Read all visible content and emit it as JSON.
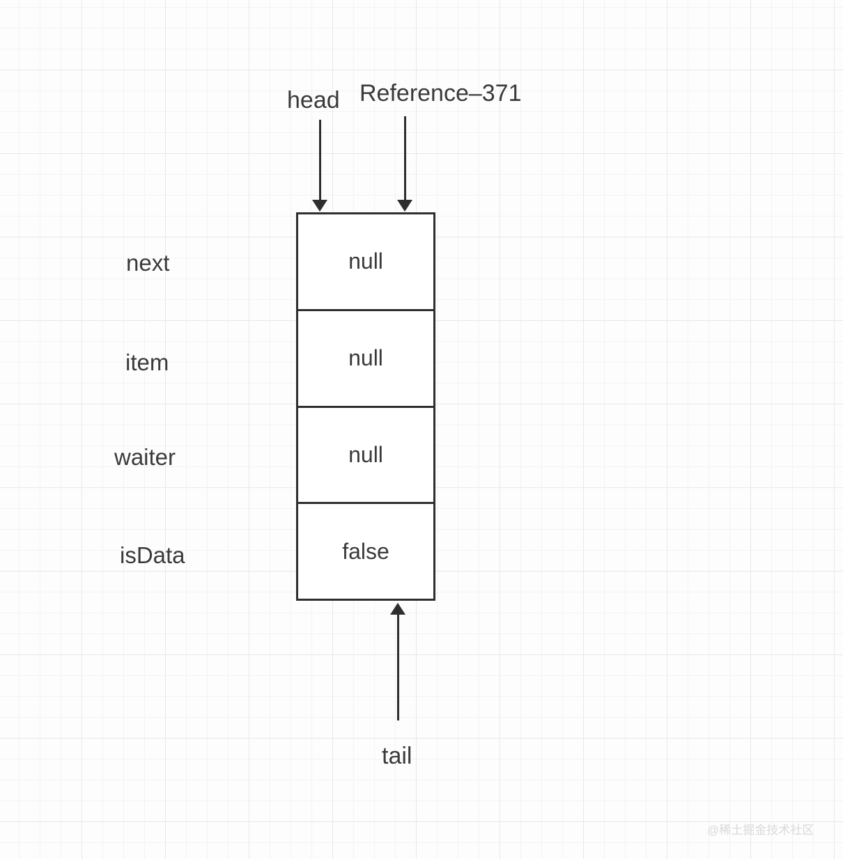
{
  "diagram": {
    "pointers": {
      "head": {
        "label": "head"
      },
      "reference": {
        "label": "Reference–371"
      },
      "tail": {
        "label": "tail"
      }
    },
    "node": {
      "fields": [
        {
          "name": "next",
          "value": "null"
        },
        {
          "name": "item",
          "value": "null"
        },
        {
          "name": "waiter",
          "value": "null"
        },
        {
          "name": "isData",
          "value": "false"
        }
      ]
    },
    "watermark": "@稀土掘金技术社区",
    "colors": {
      "stroke": "#2e2e2e",
      "text": "#3a3a3a",
      "background": "#fdfdfd",
      "grid_minor": "#f3f3f3",
      "grid_major": "#e8e8e8",
      "watermark": "#d9d9d9"
    }
  }
}
